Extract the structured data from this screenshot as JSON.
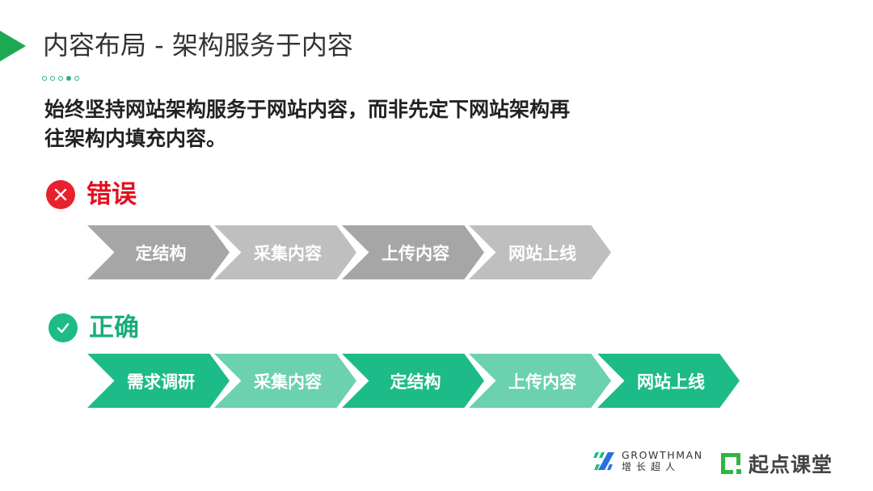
{
  "slide": {
    "title": "内容布局 - 架构服务于内容",
    "progress_dots": [
      false,
      false,
      false,
      true,
      false
    ],
    "lead_text_line1": "始终坚持网站架构服务于网站内容，而非先定下网站架构再",
    "lead_text_line2": "往架构内填充内容。",
    "accent_color": "#1ea854"
  },
  "wrong": {
    "icon": "close-x-icon",
    "label": "错误",
    "color": "#e4101d",
    "steps": [
      {
        "label": "定结构",
        "color": "#a6a6a6"
      },
      {
        "label": "采集内容",
        "color": "#bfbfbf"
      },
      {
        "label": "上传内容",
        "color": "#a6a6a6"
      },
      {
        "label": "网站上线",
        "color": "#bfbfbf"
      }
    ]
  },
  "right": {
    "icon": "checkmark-icon",
    "label": "正确",
    "color": "#1aad7a",
    "steps": [
      {
        "label": "需求调研",
        "color": "#1dbb87"
      },
      {
        "label": "采集内容",
        "color": "#6bd1ae"
      },
      {
        "label": "定结构",
        "color": "#1dbb87"
      },
      {
        "label": "上传内容",
        "color": "#6bd1ae"
      },
      {
        "label": "网站上线",
        "color": "#1dbb87"
      }
    ]
  },
  "footer": {
    "growthman_en": "GROWTHMAN",
    "growthman_cn": "增长超人",
    "qidian_label": "起点课堂"
  }
}
